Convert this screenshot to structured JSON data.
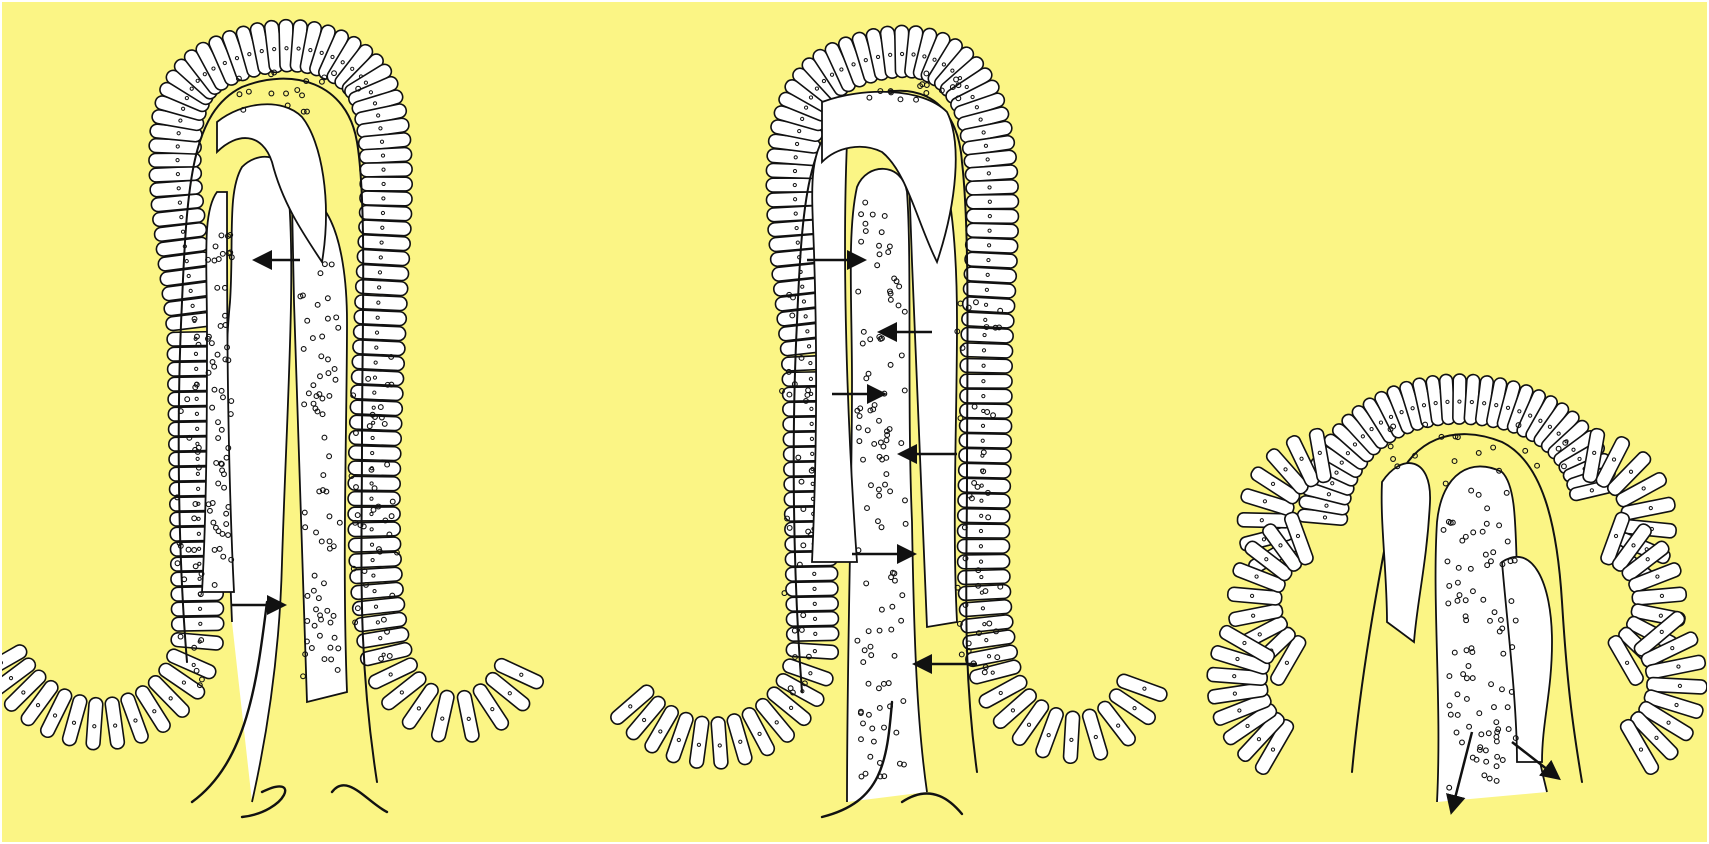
{
  "colors": {
    "background": "#FBF585",
    "outline": "#111111",
    "cell_fill": "#FFFFFF",
    "border": "#FFFFFF"
  },
  "panels": [
    {
      "name": "villus-left"
    },
    {
      "name": "villus-middle"
    },
    {
      "name": "villus-right-short"
    }
  ]
}
